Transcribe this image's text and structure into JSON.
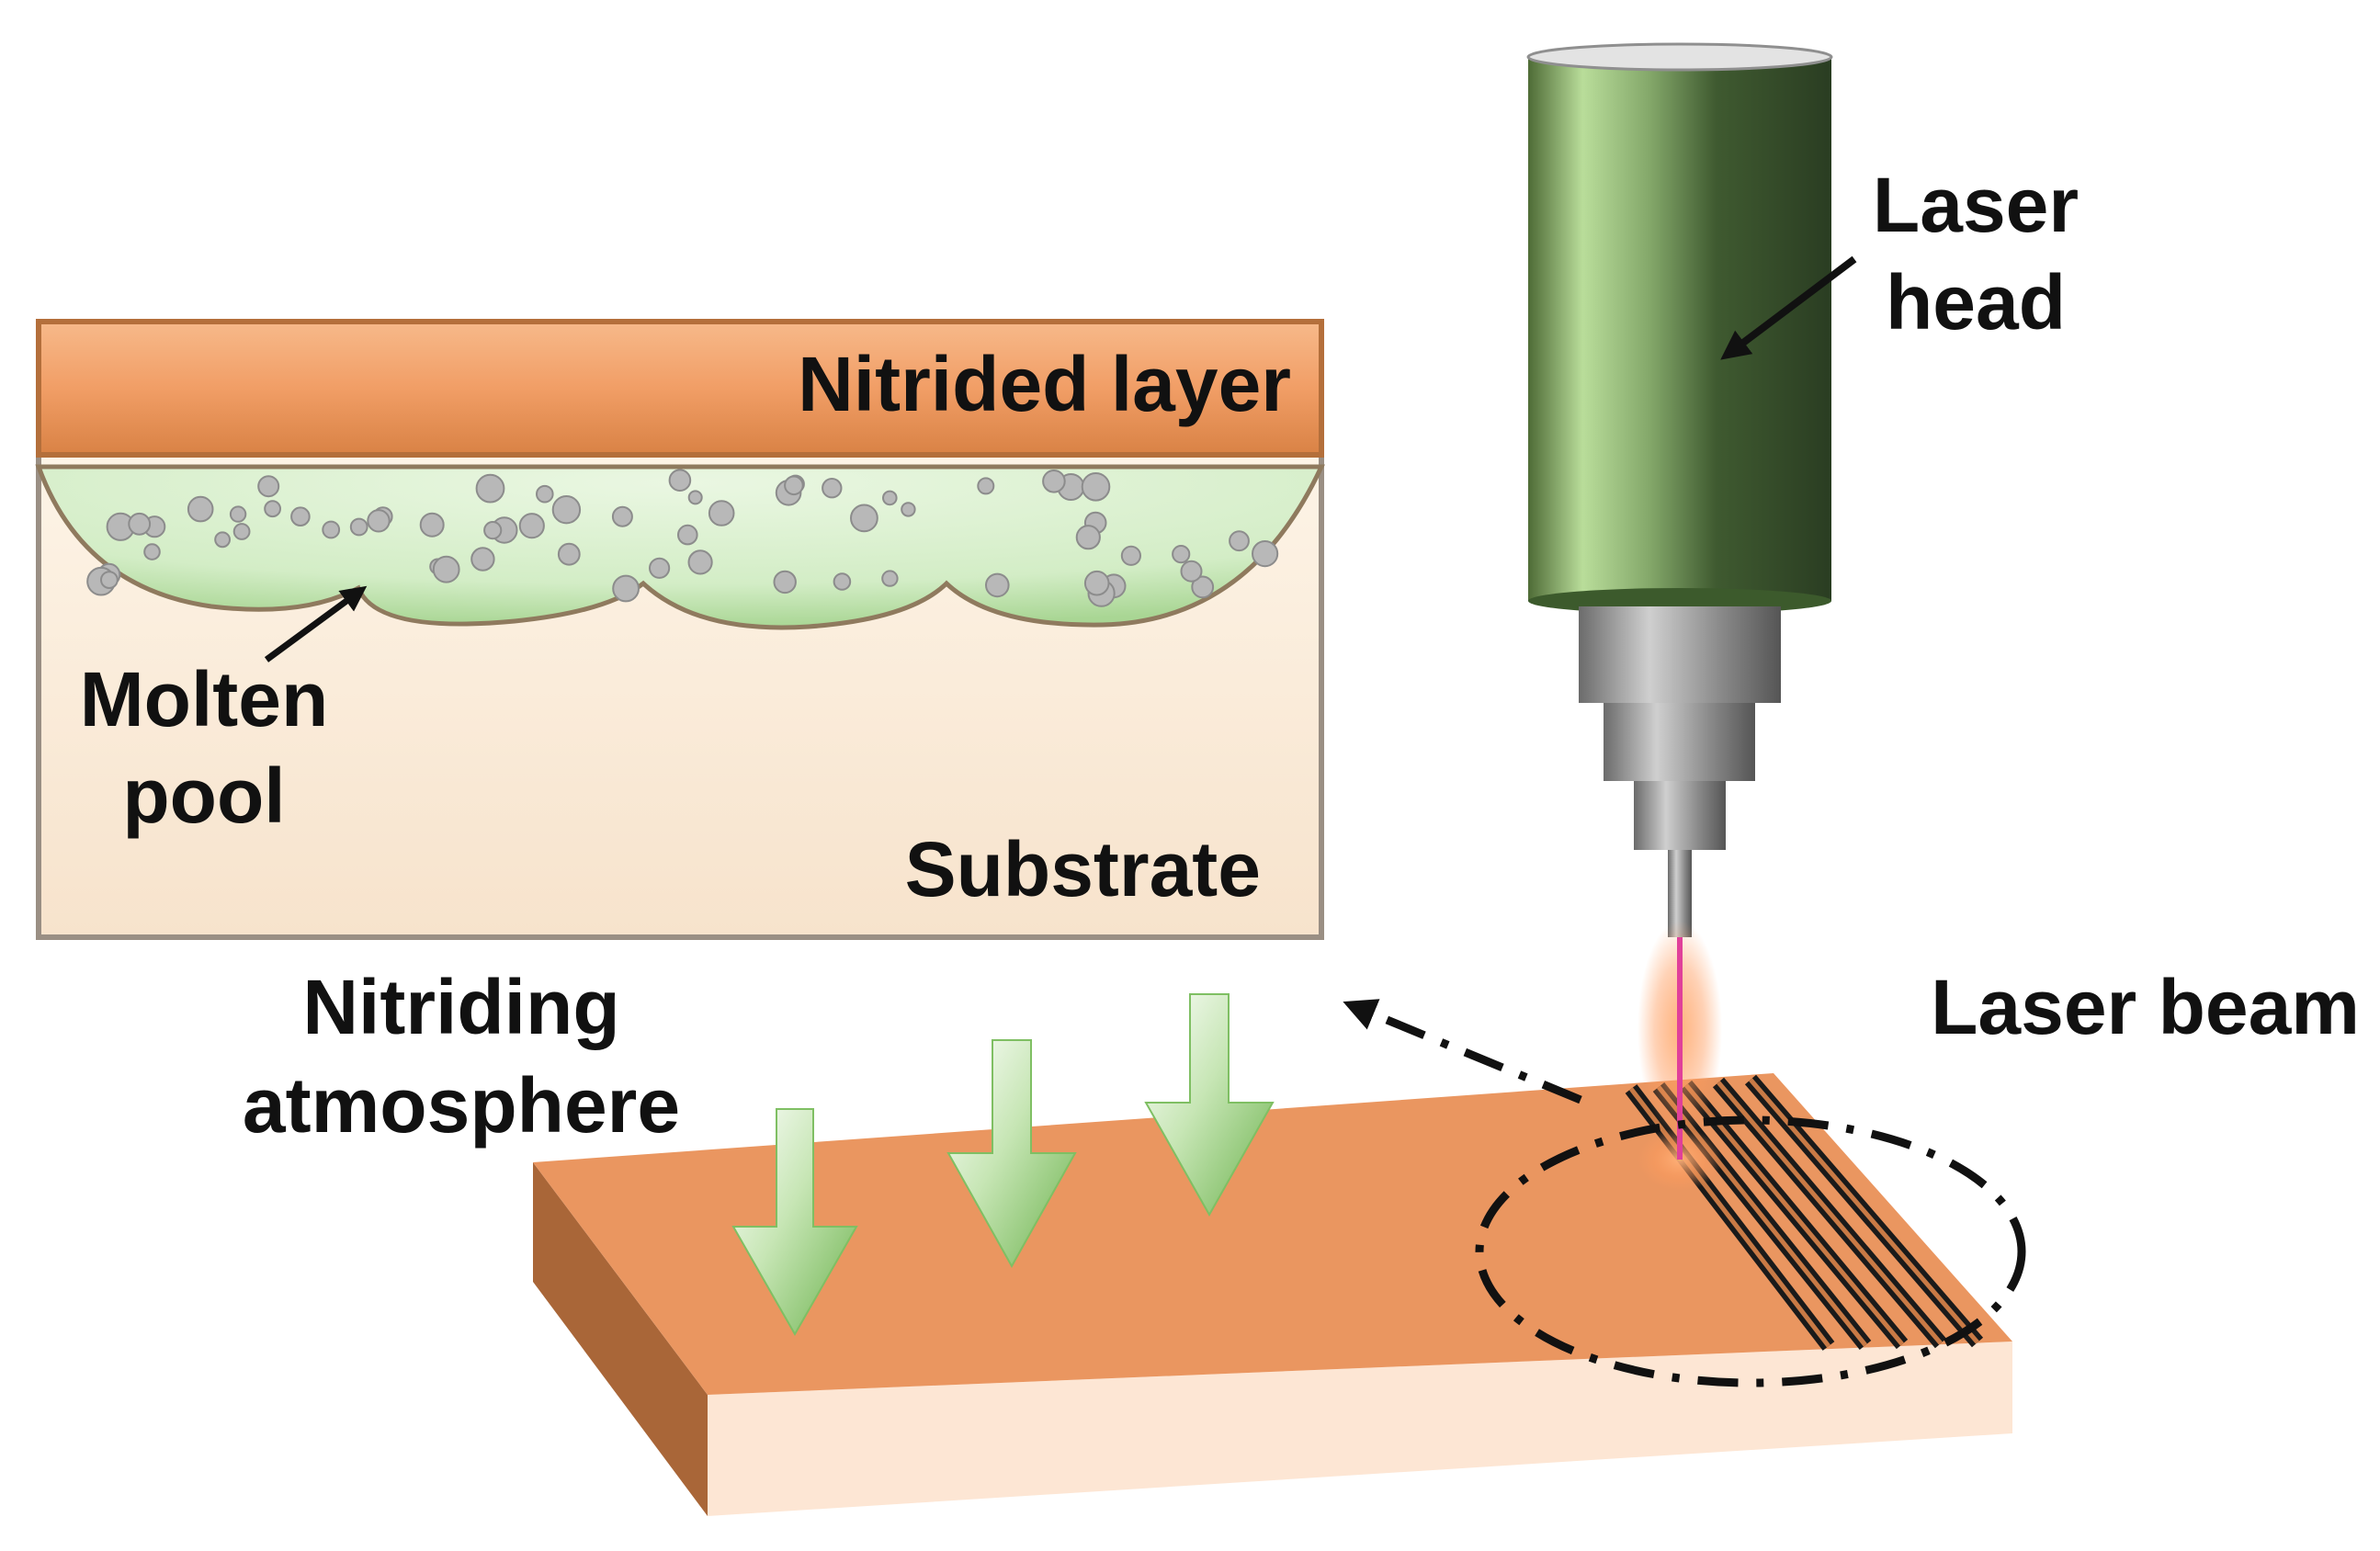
{
  "labels": {
    "nitrided_layer": "Nitrided layer",
    "molten_line1": "Molten",
    "molten_line2": "pool",
    "substrate": "Substrate",
    "laser_head_line1": "Laser",
    "laser_head_line2": "head",
    "laser_beam": "Laser beam",
    "atmosphere_line1": "Nitriding",
    "atmosphere_line2": "atmosphere"
  },
  "colors": {
    "nitrided_layer": "#f0a36d",
    "substrate": "#fdf1e0",
    "molten_pool": "#d9efd0",
    "laser_head": "#4f7a3c",
    "plate_top": "#e9965f",
    "plate_side": "#b46e40",
    "beam": "#e0409a",
    "flow_arrows": "#7fbf63",
    "scan_tracks": "#1a1a1a"
  },
  "icons": {
    "down_arrows": "nitrogen-flow-arrow-icon",
    "scan_path": "dash-dot-arrow-icon",
    "focus_region": "dash-dot-ellipse-icon"
  }
}
